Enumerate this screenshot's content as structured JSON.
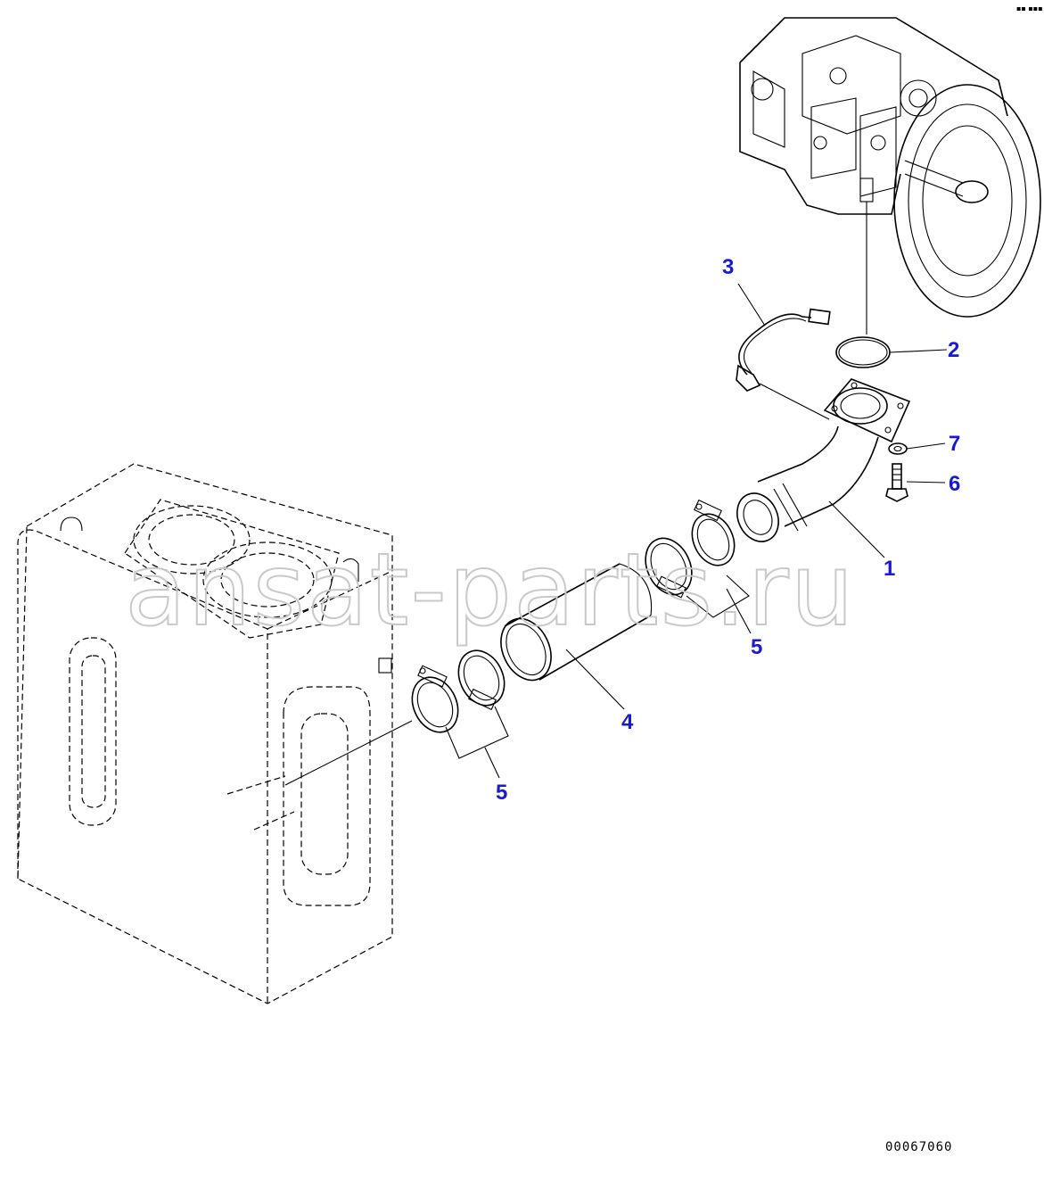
{
  "diagram": {
    "watermark": "ansat-parts.ru",
    "drawing_code": "00067060",
    "callouts": [
      {
        "id": "1",
        "label": "1"
      },
      {
        "id": "2",
        "label": "2"
      },
      {
        "id": "3",
        "label": "3"
      },
      {
        "id": "4",
        "label": "4"
      },
      {
        "id": "5a",
        "label": "5"
      },
      {
        "id": "5b",
        "label": "5"
      },
      {
        "id": "6",
        "label": "6"
      },
      {
        "id": "7",
        "label": "7"
      }
    ],
    "colors": {
      "callout": "#1a1ad6",
      "line": "#000000",
      "watermark": "#c9c9c9",
      "background": "#ffffff"
    }
  }
}
